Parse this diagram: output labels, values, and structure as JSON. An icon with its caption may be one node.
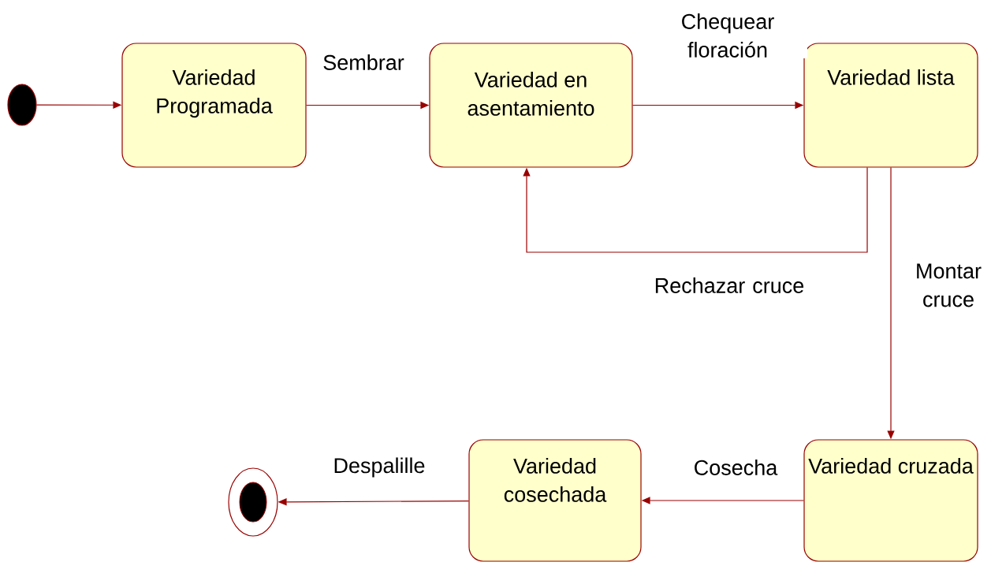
{
  "diagram": {
    "nodes": [
      {
        "text": [],
        "shape": "circle"
      },
      {
        "text": [
          "Variedad Programada"
        ]
      },
      {
        "text": [
          "Variedad en asentamiento"
        ]
      },
      {
        "text": [
          "Variedad lista"
        ]
      },
      {
        "text": [
          "Variedad cruzada"
        ]
      },
      {
        "text": [
          "Variedad cosechada"
        ]
      },
      {
        "text": [],
        "shape": "circle"
      }
    ],
    "edges": [
      {
        "from": 0,
        "to": 1,
        "arrow": "to"
      },
      {
        "from": 1,
        "to": 2,
        "arrow": "to",
        "label": "Sembrar"
      },
      {
        "from": 2,
        "to": 3,
        "arrow": "to",
        "label": "Chequear floración"
      },
      {
        "from": 3,
        "to": 2,
        "arrow": "to",
        "label": "Rechazar cruce"
      },
      {
        "from": 3,
        "to": 4,
        "arrow": "to",
        "label": "Montar cruce"
      },
      {
        "from": 4,
        "to": 5,
        "arrow": "to",
        "label": "Cosecha"
      },
      {
        "from": 5,
        "to": 6,
        "arrow": "to",
        "label": "Despalille"
      }
    ]
  }
}
